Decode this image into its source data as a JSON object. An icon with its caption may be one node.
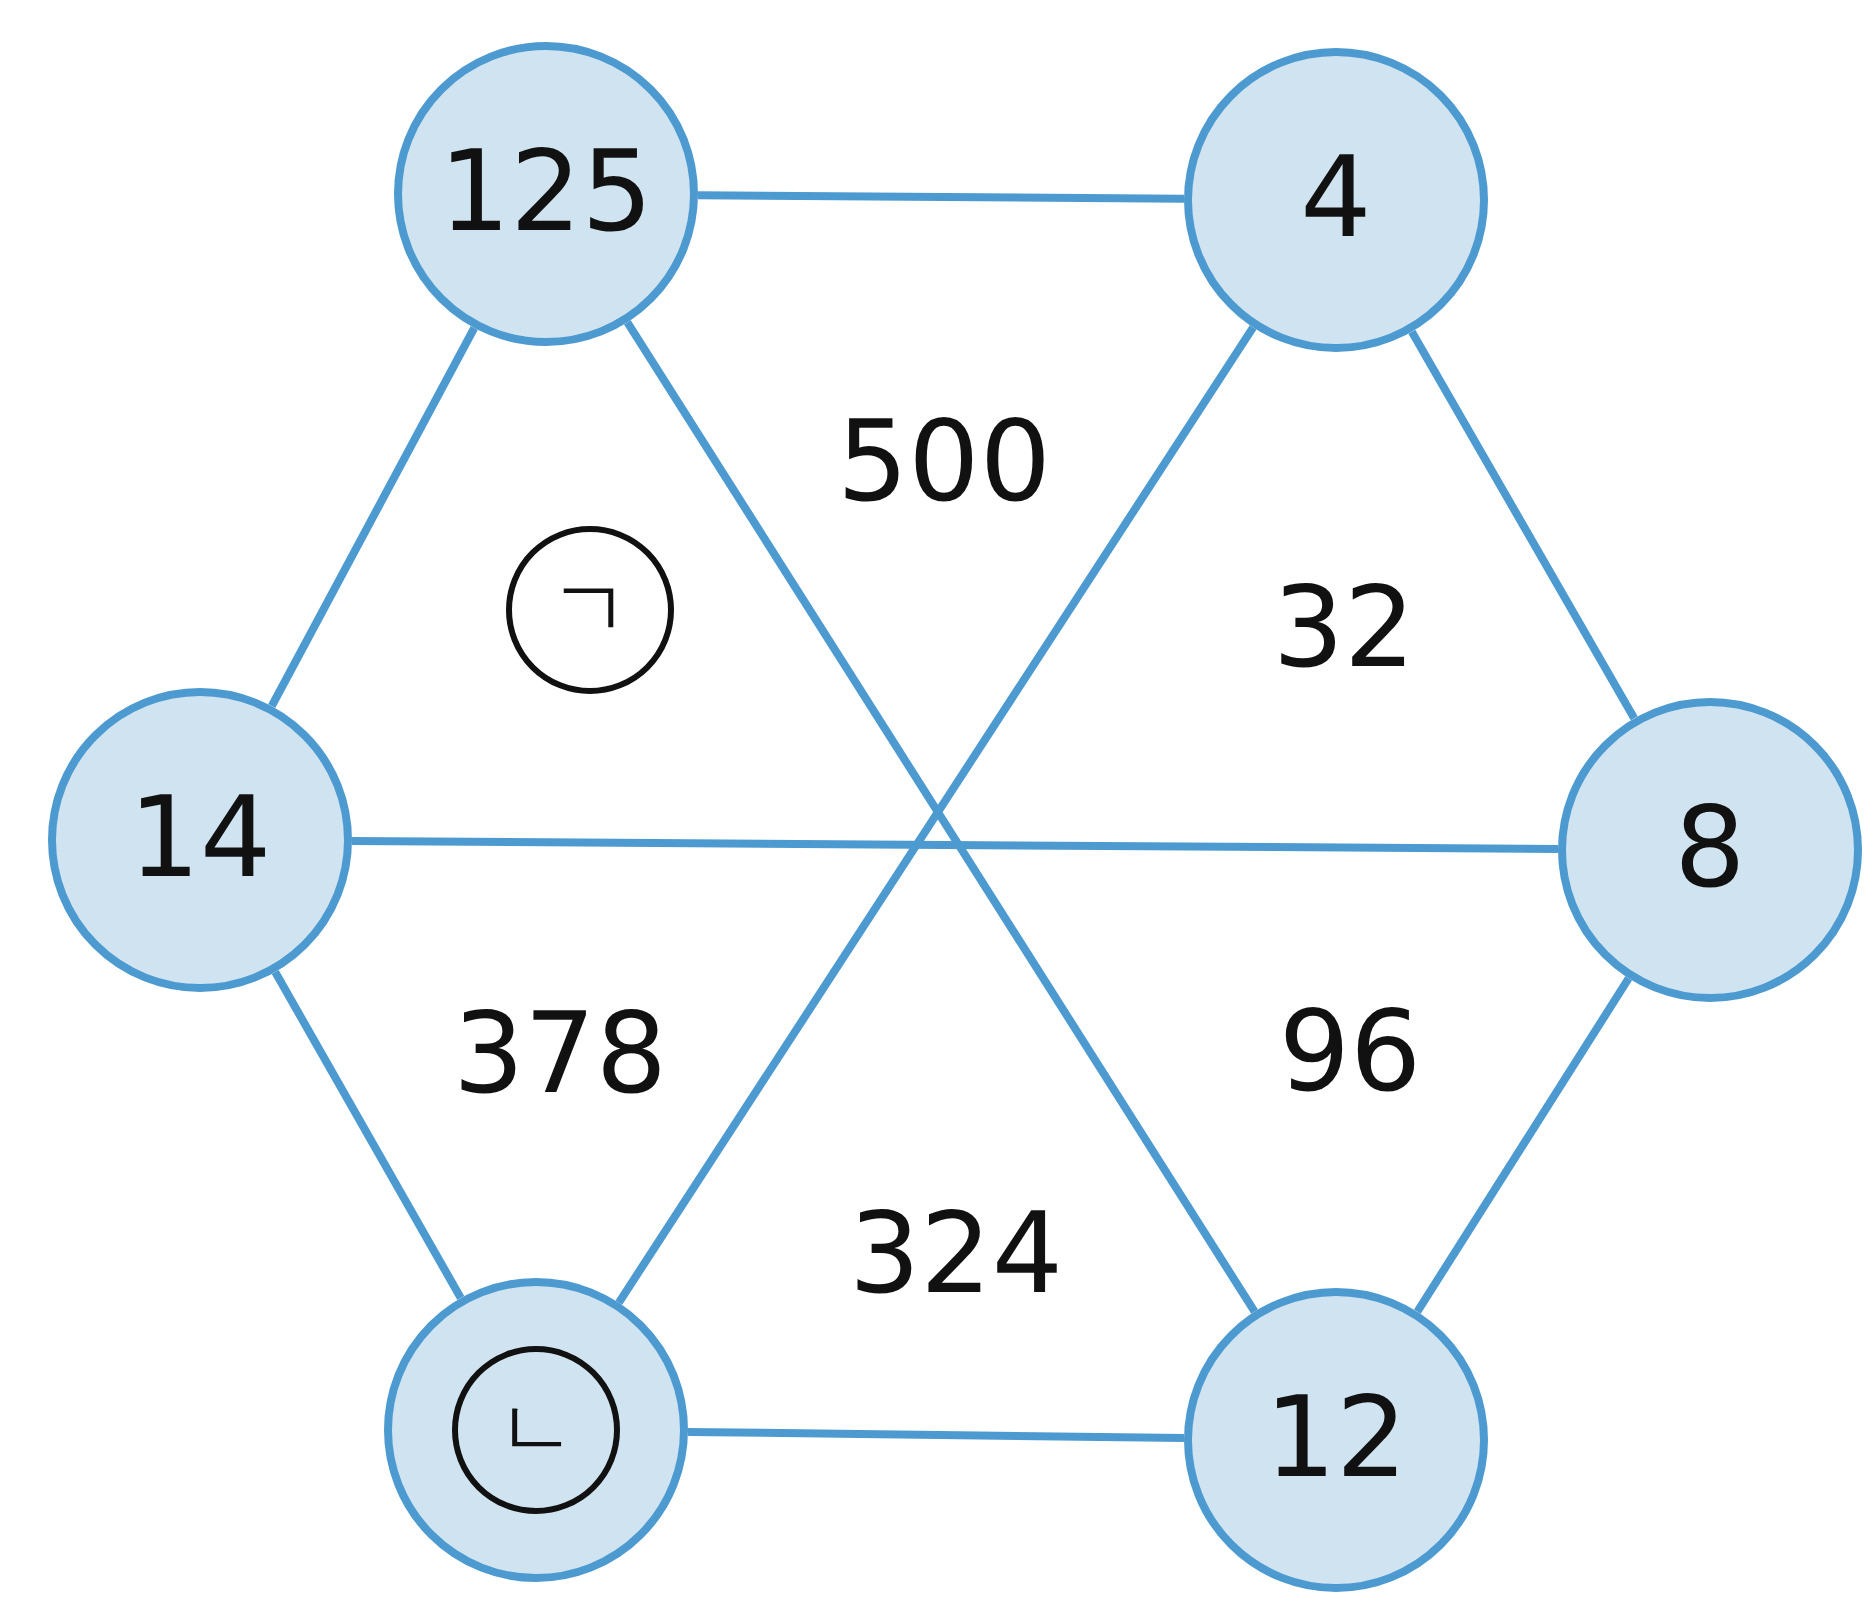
{
  "diagram": {
    "nodes": [
      {
        "text": [
          "125"
        ]
      },
      {
        "text": [
          "4"
        ]
      },
      {
        "text": [
          "ㄱ"
        ]
      },
      {
        "text": [
          "14"
        ]
      },
      {
        "text": [
          "8"
        ]
      },
      {
        "text": [],
        "shape": "circle"
      },
      {
        "text": [
          "ㄴ"
        ],
        "in": 5
      },
      {
        "text": [
          "12"
        ]
      }
    ],
    "edges": [
      {
        "from": 0,
        "to": 1,
        "arrow": "none"
      },
      {
        "from": 1,
        "to": 4,
        "arrow": "none"
      },
      {
        "from": 4,
        "to": 7,
        "arrow": "none"
      },
      {
        "from": 7,
        "to": 5,
        "arrow": "none"
      },
      {
        "from": 5,
        "to": 3,
        "arrow": "none"
      },
      {
        "from": 3,
        "to": 0,
        "arrow": "none"
      },
      {
        "from": 0,
        "to": 7,
        "arrow": "none"
      },
      {
        "from": 1,
        "to": 5,
        "arrow": "none"
      },
      {
        "from": 3,
        "to": 4,
        "arrow": "none"
      }
    ],
    "labels": [
      "500",
      "32",
      "378",
      "96",
      "324"
    ]
  }
}
